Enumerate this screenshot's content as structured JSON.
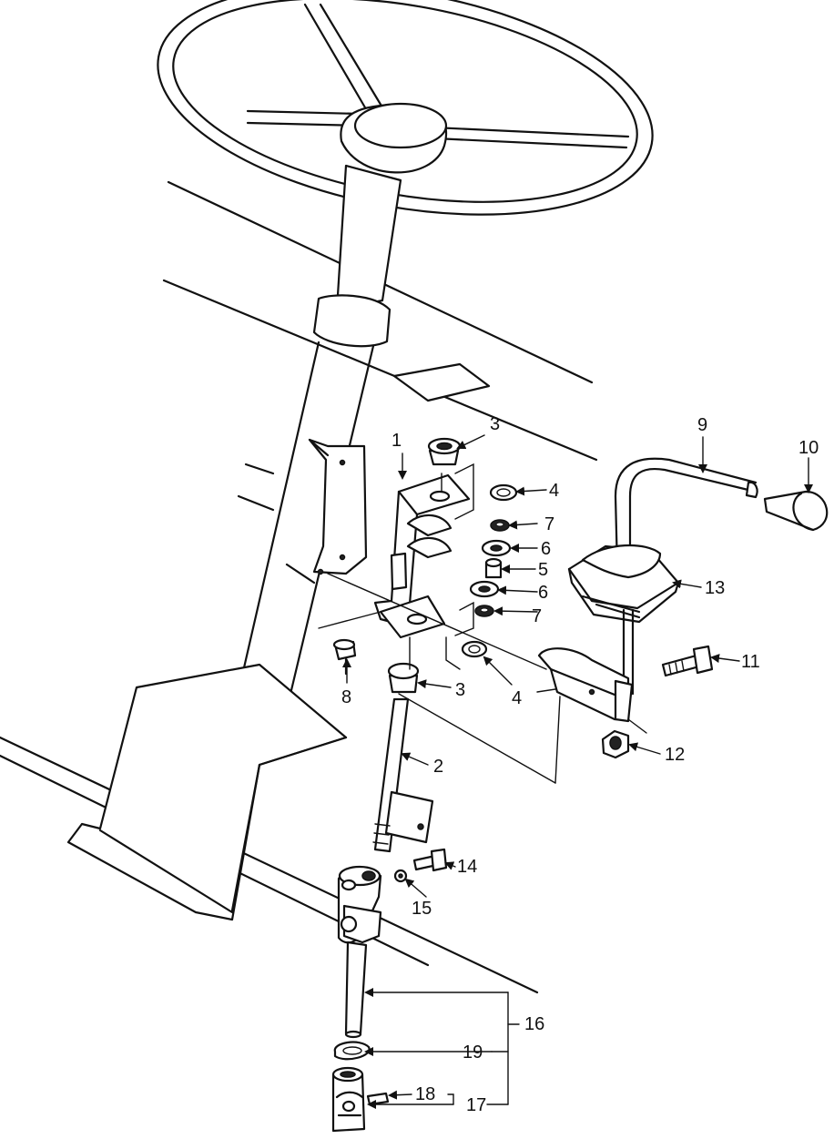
{
  "callouts": {
    "c1": "1",
    "c2": "2",
    "c3a": "3",
    "c3b": "3",
    "c4a": "4",
    "c4b": "4",
    "c5": "5",
    "c6a": "6",
    "c6b": "6",
    "c7a": "7",
    "c7b": "7",
    "c8": "8",
    "c9": "9",
    "c10": "10",
    "c11": "11",
    "c12": "12",
    "c13": "13",
    "c14": "14",
    "c15": "15",
    "c16": "16",
    "c17": "17",
    "c18": "18",
    "c19": "19"
  },
  "colors": {
    "line": "#111111",
    "background": "#ffffff"
  }
}
